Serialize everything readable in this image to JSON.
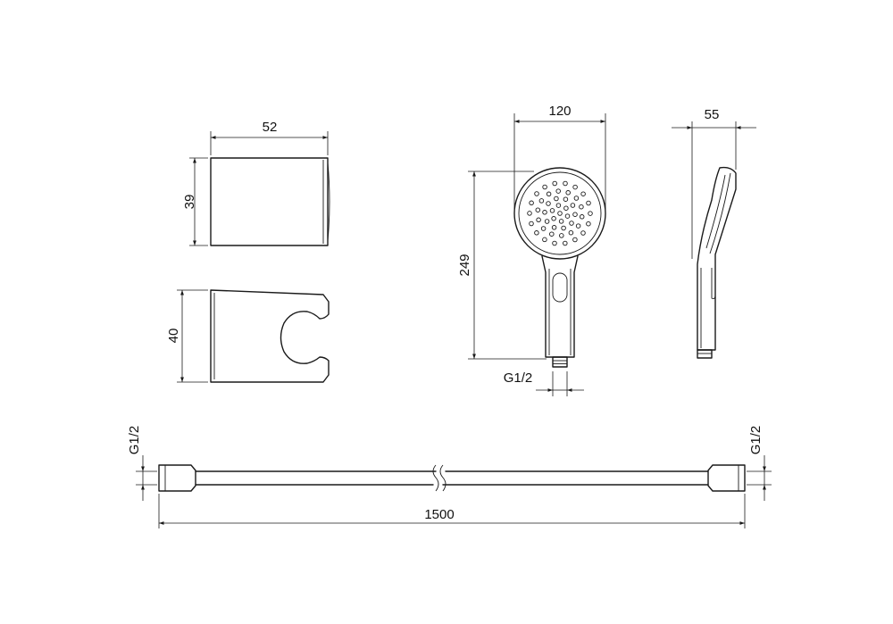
{
  "drawing": {
    "wall_mount_front": {
      "width_label": "52",
      "height_label": "39"
    },
    "wall_mount_side": {
      "height_label": "40"
    },
    "hand_shower_front": {
      "width_label": "120",
      "height_label": "249",
      "thread_label": "G1/2"
    },
    "hand_shower_side": {
      "depth_label": "55"
    },
    "hose": {
      "length_label": "1500",
      "thread_left_label": "G1/2",
      "thread_right_label": "G1/2"
    }
  },
  "colors": {
    "line": "#1a1a1a",
    "background": "#ffffff"
  }
}
